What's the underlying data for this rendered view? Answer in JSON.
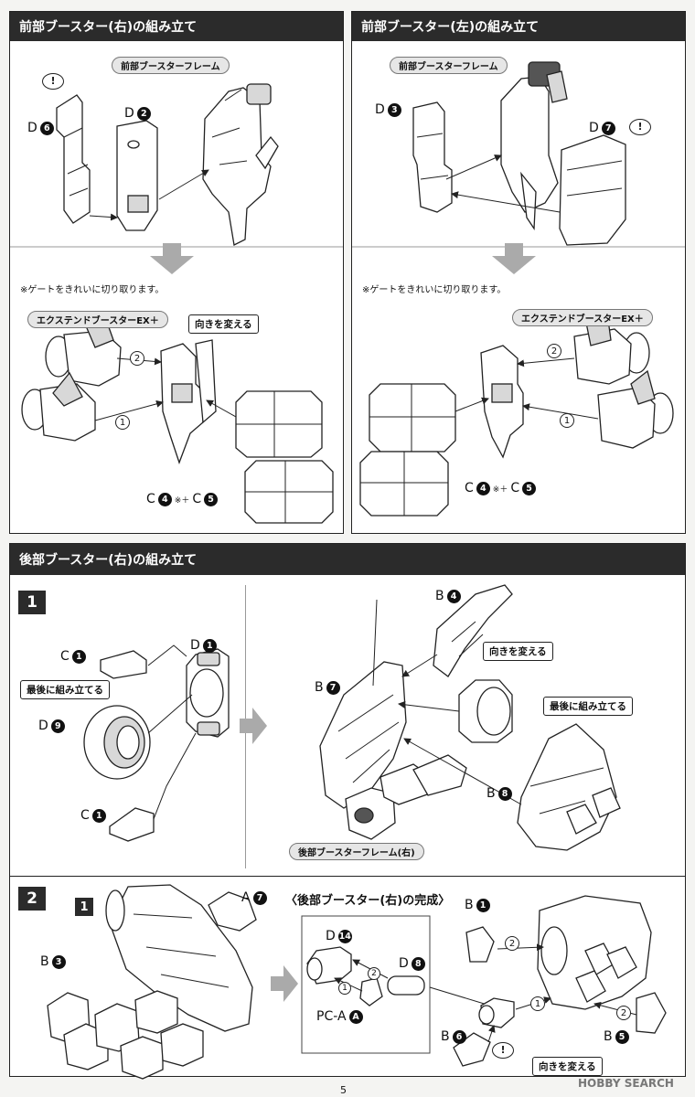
{
  "sections": {
    "front_right": {
      "title": "前部ブースター(右)の組み立て",
      "frame_label": "前部ブースターフレーム",
      "parts": {
        "d6": "6",
        "d2": "2"
      },
      "gate_note": "※ゲートをきれいに切り取ります。",
      "booster_label": "エクステンドブースターEX＋",
      "direction_label": "向きを変える",
      "step2": "2",
      "step1": "1",
      "c4": "4",
      "c5": "5",
      "c4_note": "※＋",
      "exclaim": "!"
    },
    "front_left": {
      "title": "前部ブースター(左)の組み立て",
      "frame_label": "前部ブースターフレーム",
      "parts": {
        "d3": "3",
        "d7": "7"
      },
      "gate_note": "※ゲートをきれいに切り取ります。",
      "booster_label": "エクステンドブースターEX＋",
      "step2": "2",
      "step1": "1",
      "c4": "4",
      "c5": "5",
      "c4_note": "※＋",
      "exclaim": "!"
    },
    "rear_right": {
      "title": "後部ブースター(右)の組み立て",
      "step1": {
        "number": "1",
        "c1a": "1",
        "d1": "1",
        "last_assemble": "最後に組み立てる",
        "d9": "9",
        "c1b": "1",
        "b4": "4",
        "direction_label": "向きを変える",
        "b7": "7",
        "last_assemble2": "最後に組み立てる",
        "b8": "8",
        "frame_label": "後部ブースターフレーム(右)"
      },
      "step2": {
        "number": "2",
        "ref_step": "1",
        "a7": "7",
        "b3": "3",
        "complete_title": "〈後部ブースター(右)の完成〉",
        "d14": "14",
        "d8": "8",
        "pca": "A",
        "pca_prefix": "PC-A",
        "arrow2": "2",
        "arrow1": "1",
        "b1": "1",
        "b6": "6",
        "b5": "5",
        "direction_label": "向きを変える",
        "exclaim": "!"
      }
    }
  },
  "letters": {
    "d": "D",
    "c": "C",
    "b": "B",
    "a": "A",
    "plus": "+"
  },
  "page_number": "5",
  "watermark": "HOBBY SEARCH"
}
